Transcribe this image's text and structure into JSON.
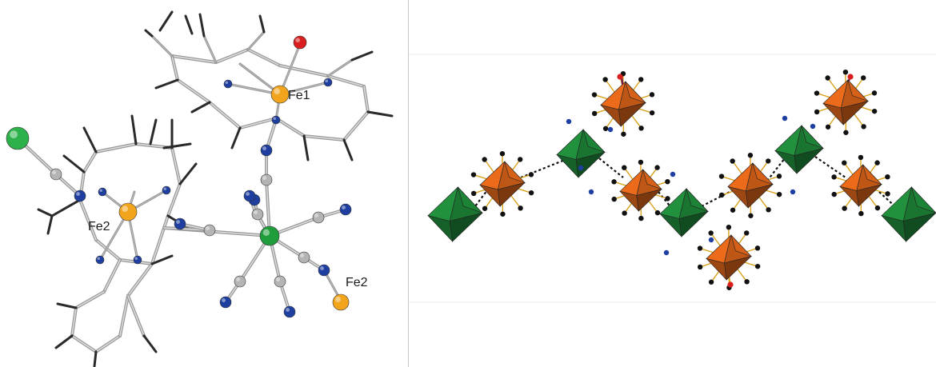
{
  "figure": {
    "left_panel": {
      "labels": {
        "fe1": "Fe1",
        "fe2_left": "Fe2",
        "fe2_right": "Fe2"
      }
    }
  },
  "colors": {
    "iron": "#f2a41c",
    "nitrogen": "#1e3fa0",
    "carbon": "#b4b4b4",
    "hydrogen": "#2a2a2a",
    "oxygen": "#d81e1e",
    "chlorine": "#2db14a",
    "central_metal": "#1f9d3a",
    "fe_polyhedron": "#e0661a",
    "metal_polyhedron": "#1f8a3a"
  }
}
